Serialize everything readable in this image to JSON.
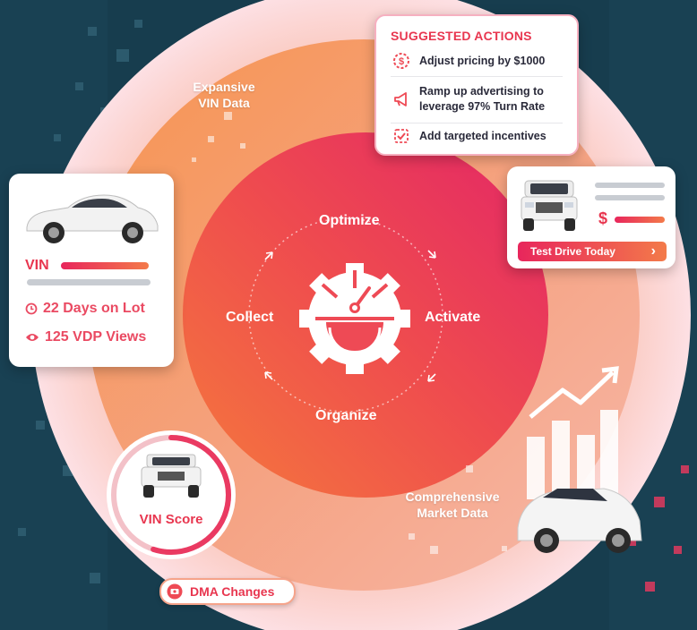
{
  "ring_labels": {
    "expansive": [
      "Expansive",
      "VIN Data"
    ],
    "comprehensive": [
      "Comprehensive",
      "Market Data"
    ]
  },
  "cycle": {
    "optimize": "Optimize",
    "activate": "Activate",
    "organize": "Organize",
    "collect": "Collect"
  },
  "suggested_actions": {
    "title": "SUGGESTED ACTIONS",
    "items": [
      {
        "icon": "dollar-gear-icon",
        "text": "Adjust pricing by $1000"
      },
      {
        "icon": "megaphone-icon",
        "text_lines": [
          "Ramp up advertising to",
          "leverage 97% Turn Rate"
        ]
      },
      {
        "icon": "check-tag-icon",
        "text": "Add targeted incentives"
      }
    ]
  },
  "vehicle_card": {
    "vin_label": "VIN",
    "days_on_lot": "22 Days on Lot",
    "vdp_views": "125 VDP Views"
  },
  "ad_card": {
    "price_symbol": "$",
    "cta": "Test Drive Today",
    "cta_arrow": "›"
  },
  "vin_score": {
    "label": "VIN Score",
    "score_fraction": 0.55
  },
  "dma": {
    "label": "DMA Changes"
  },
  "colors": {
    "background": "#173d4e",
    "accent_pink": "#e8265c",
    "accent_orange": "#f37a4a",
    "title_red": "#e8364f"
  }
}
